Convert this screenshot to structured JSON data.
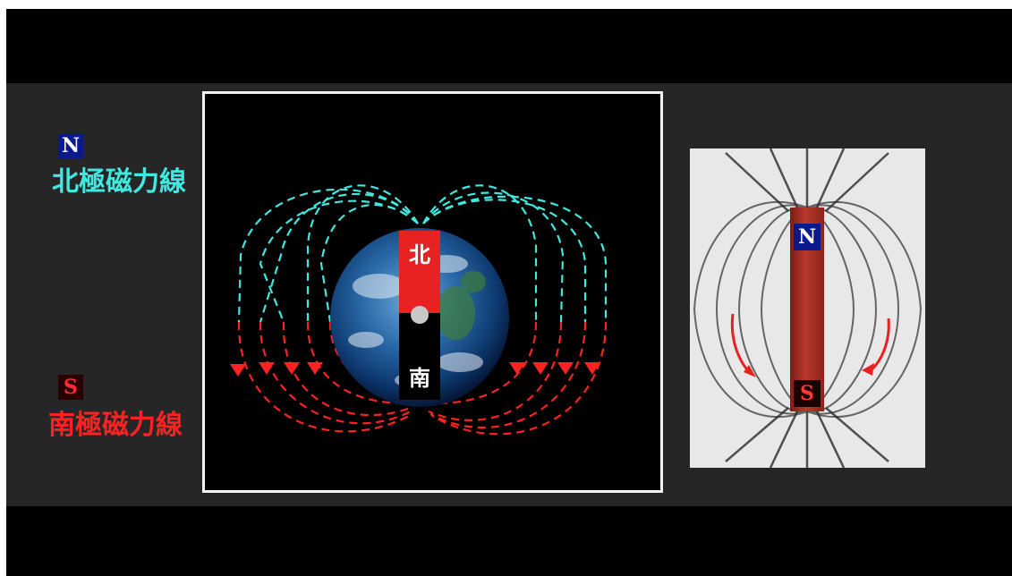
{
  "legend": {
    "north": {
      "badge": "N",
      "label": "北極磁力線",
      "color": "#40e8e0"
    },
    "south": {
      "badge": "S",
      "label": "南極磁力線",
      "color": "#ff2222"
    }
  },
  "diagram": {
    "north_pole_label": "北",
    "south_pole_label": "南",
    "north_color": "#e82222",
    "south_color": "#000000"
  },
  "photo": {
    "north_badge": "N",
    "south_badge": "S",
    "magnet_color": "#a8302a"
  }
}
